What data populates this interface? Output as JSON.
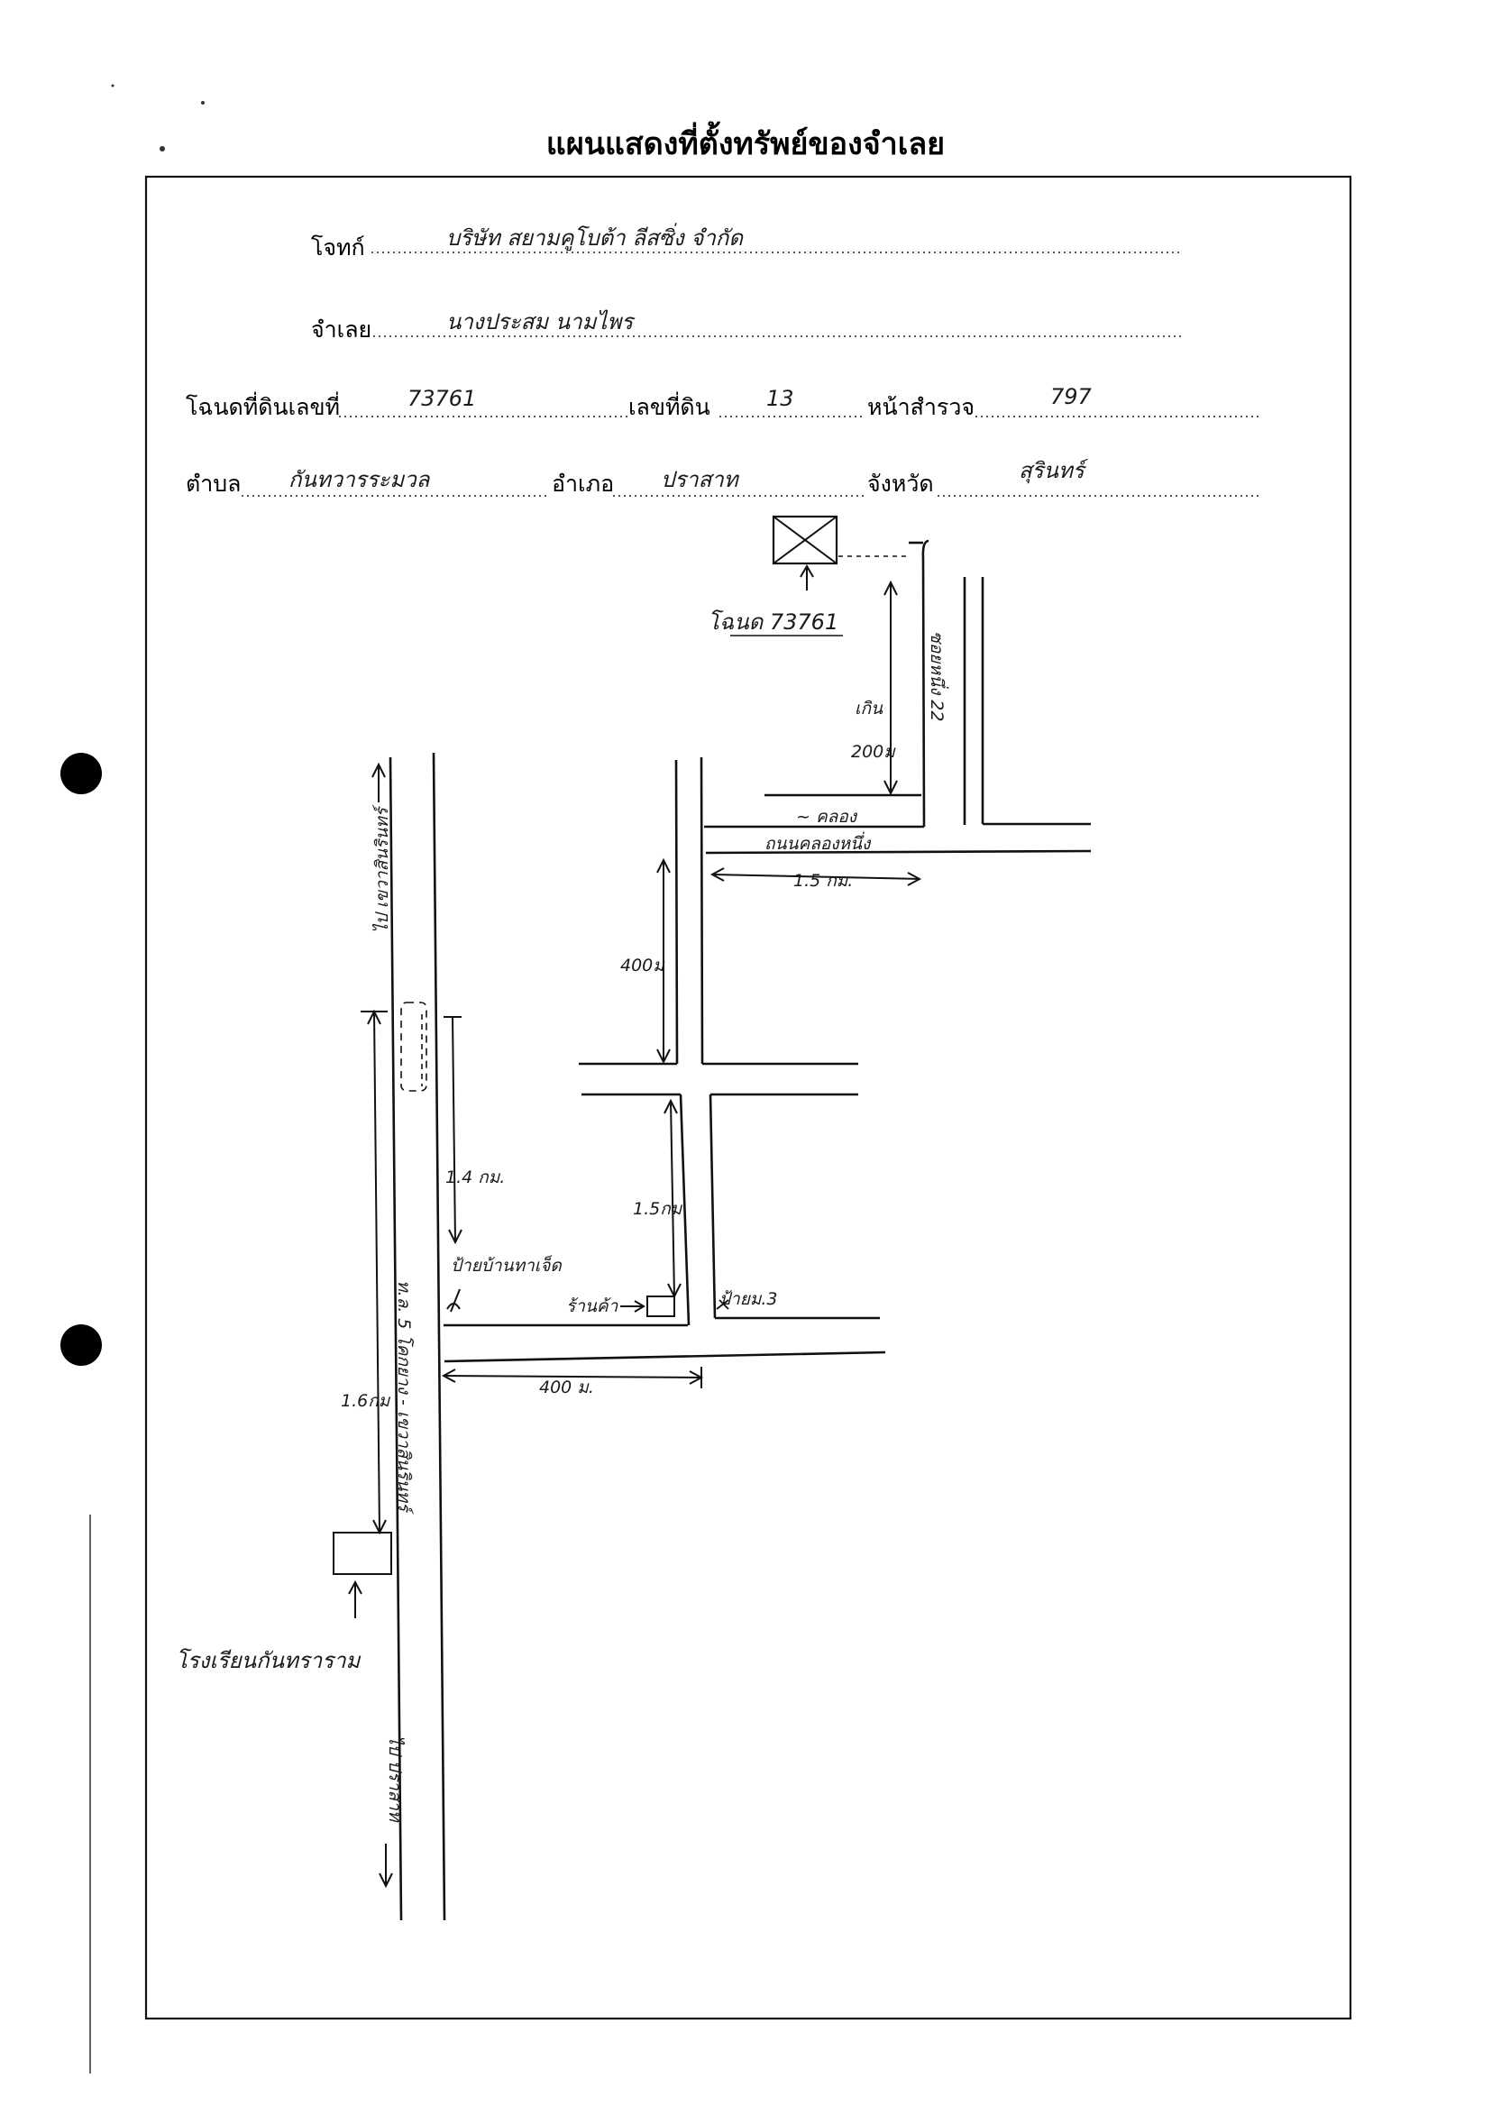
{
  "document": {
    "title": "แผนแสดงที่ตั้งทรัพย์ของจำเลย"
  },
  "fields": {
    "plaintiff_label": "โจทก์",
    "plaintiff_value": "บริษัท สยามคูโบต้า ลีสซิ่ง จำกัด",
    "defendant_label": "จำเลย",
    "defendant_value": "นางประสม นามไพร",
    "deed_label": "โฉนดที่ดินเลขที่",
    "deed_value": "73761",
    "land_no_label": "เลขที่ดิน",
    "land_no_value": "13",
    "survey_page_label": "หน้าสำรวจ",
    "survey_page_value": "797",
    "subdistrict_label": "ตำบล",
    "subdistrict_value": "กันทวารระมวล",
    "district_label": "อำเภอ",
    "district_value": "ปราสาท",
    "province_label": "จังหวัด",
    "province_value": "สุรินทร์"
  },
  "map_labels": {
    "deed_plot": "โฉนด 73761",
    "distance_ao": "เกิน",
    "distance_200": "200ม",
    "soi_22": "ซอยหนึ่ง 22",
    "canal": "~ คลอง",
    "canal_road": "ถนนคลองหนึ่ง",
    "dist_1_5km": "1.5 กม.",
    "dist_400_a": "400ม",
    "dist_1_4km": "1.4 กม.",
    "dist_1_5km_b": "1.5กม",
    "village_sign": "ป้ายบ้านทาเจ็ด",
    "shop": "ร้านค้า",
    "sign_3": "ป้ายม.3",
    "dist_400_b": "400 ม.",
    "dist_1_6km": "1.6กม",
    "highway": "ท.ล. 5 โคกยาง - เขวาสินรินทร์",
    "to_north": "ไป เขวาสินรินทร์",
    "school": "โรงเรียนกันทราราม",
    "to_south": "ไป ปราสาท"
  }
}
